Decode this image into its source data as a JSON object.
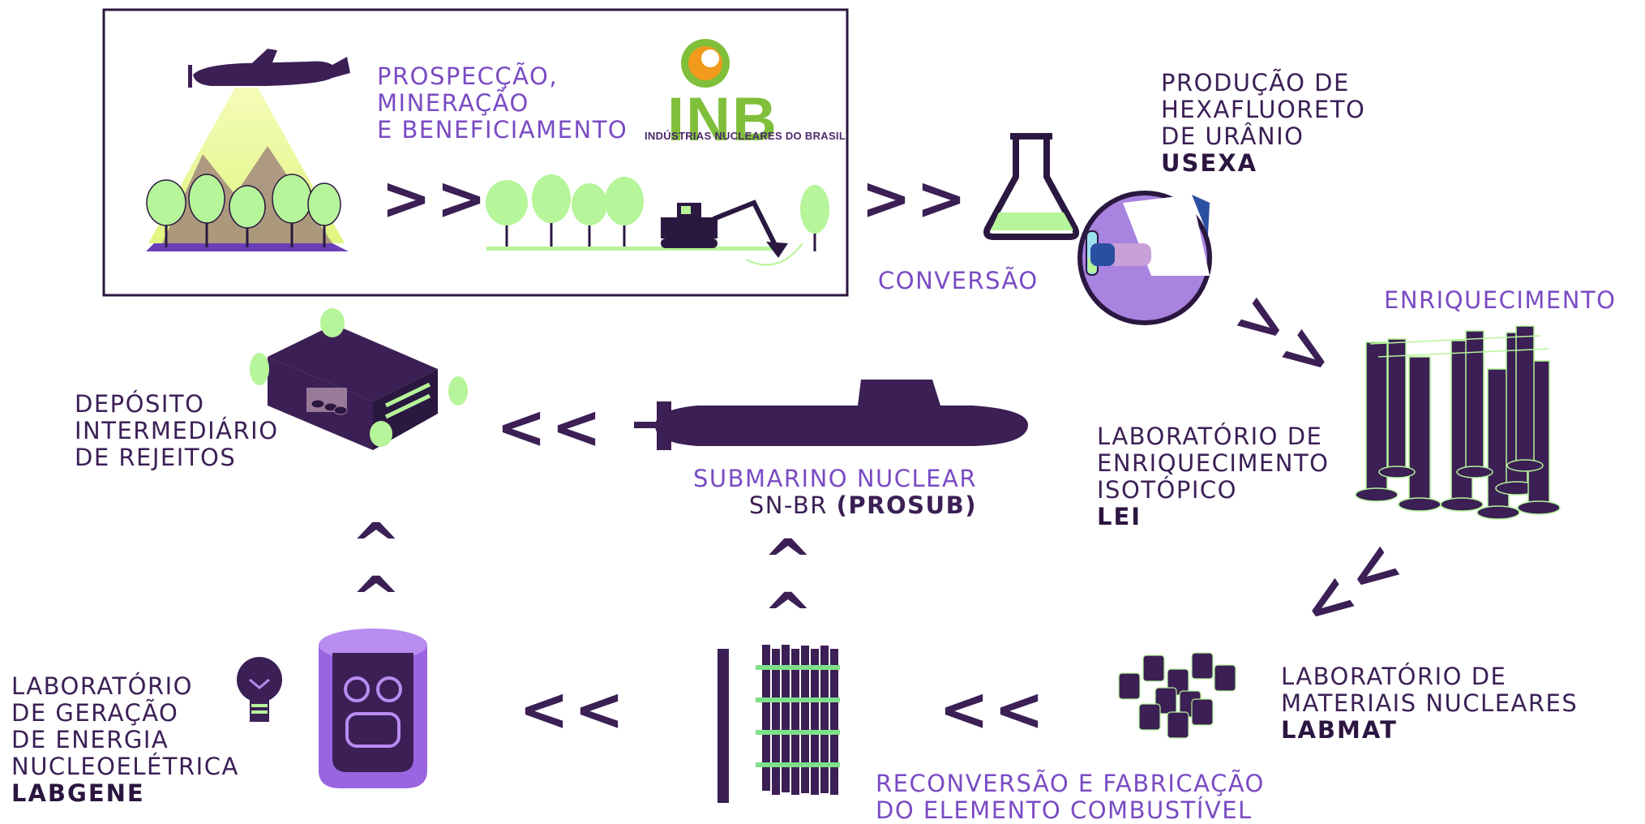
{
  "colors": {
    "dark_purple": "#3b1f55",
    "purple": "#7a4bc4",
    "light_green": "#b6f59a",
    "green": "#7fbf3a",
    "pale_green": "#e6f58e"
  },
  "labels": {
    "prospeccao": [
      "PROSPECÇÃO,",
      "MINERAÇÃO",
      "E BENEFICIAMENTO"
    ],
    "inb_logo": "INB",
    "inb_sub": "INDÚSTRIAS NUCLEARES DO BRASIL",
    "producao": [
      "PRODUÇÃO DE",
      "HEXAFLUORETO",
      "DE URÂNIO"
    ],
    "producao_code": "USEXA",
    "conversao": "CONVERSÃO",
    "enriquecimento": "ENRIQUECIMENTO",
    "lei": [
      "LABORATÓRIO DE",
      "ENRIQUECIMENTO",
      "ISOTÓPICO"
    ],
    "lei_code": "LEI",
    "labmat": [
      "LABORATÓRIO DE",
      "MATERIAIS NUCLEARES"
    ],
    "labmat_code": "LABMAT",
    "reconversao": [
      "RECONVERSÃO E FABRICAÇÃO",
      "DO ELEMENTO COMBUSTÍVEL"
    ],
    "submarino": "SUBMARINO NUCLEAR",
    "snbr": "SN-BR",
    "prosub": "(PROSUB)",
    "deposito": [
      "DEPÓSITO",
      "INTERMEDIÁRIO",
      "DE REJEITOS"
    ],
    "labgene": [
      "LABORATÓRIO",
      "DE GERAÇÃO",
      "DE ENERGIA",
      "NUCLEOELÉTRICA"
    ],
    "labgene_code": "LABGENE"
  },
  "arrows": {
    "mining_1": ">>",
    "mining_2": ">>",
    "to_enrichment": ">>",
    "to_labmat": ">>",
    "to_fuel": "<<",
    "to_labgene": "<<",
    "up_submarine": "^^",
    "up_deposit": "^^",
    "to_deposit": "<<"
  },
  "icons": {
    "airplane": "airplane-icon",
    "flask": "flask-icon",
    "scientist": "scientist-hand-icon",
    "centrifuges": "centrifuge-cascade-icon",
    "pellets": "fuel-pellets-icon",
    "fuel_rods": "fuel-rod-bundle-icon",
    "reactor": "reactor-vessel-icon",
    "bulb": "lightbulb-icon",
    "submarine": "submarine-icon",
    "warehouse": "waste-storage-building-icon",
    "excavator": "excavator-icon"
  }
}
